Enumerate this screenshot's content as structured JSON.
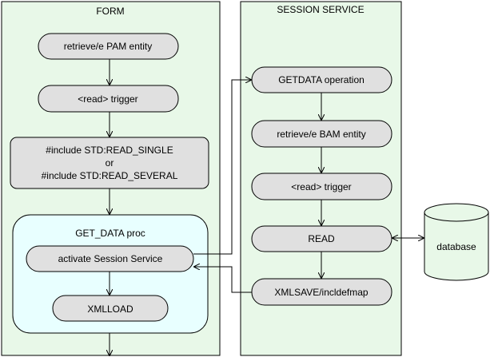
{
  "lanes": {
    "form": {
      "title": "FORM"
    },
    "session": {
      "title": "SESSION SERVICE"
    }
  },
  "form": {
    "retrieve_pam": "retrieve/e PAM entity",
    "read_trigger": "<read> trigger",
    "include_single": "#include STD:READ_SINGLE",
    "include_or": "or",
    "include_several": "#include STD:READ_SEVERAL",
    "get_data_proc": {
      "title": "GET_DATA proc",
      "activate": "activate Session Service",
      "xmlload": "XMLLOAD"
    }
  },
  "session": {
    "getdata_operation": "GETDATA operation",
    "retrieve_bam": "retrieve/e BAM entity",
    "read_trigger": "<read> trigger",
    "read": "READ",
    "xmlsave": "XMLSAVE/incldefmap"
  },
  "database": {
    "label": "database"
  },
  "colors": {
    "lane_fill": "#e8f8e8",
    "node_fill": "#e0e0e0",
    "proc_fill": "#e8ffff",
    "db_fill": "#e8f8e8",
    "stroke": "#000000"
  }
}
